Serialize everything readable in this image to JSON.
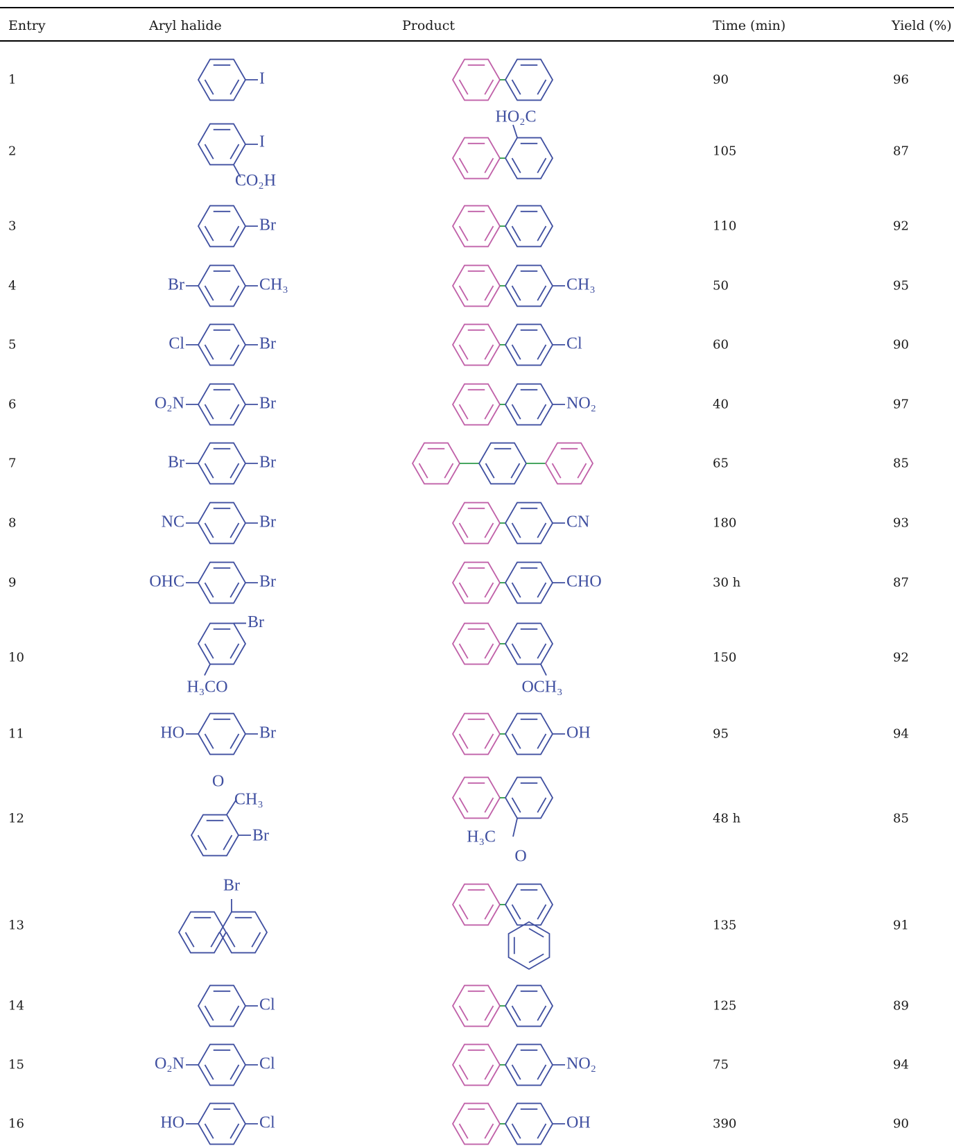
{
  "table": {
    "headers": {
      "entry": "Entry",
      "aryl_halide": "Aryl halide",
      "product": "Product",
      "time": "Time (min)",
      "yield": "Yield (%)"
    },
    "rows": [
      {
        "entry": "1",
        "time": "90",
        "yield": "96"
      },
      {
        "entry": "2",
        "time": "105",
        "yield": "87"
      },
      {
        "entry": "3",
        "time": "110",
        "yield": "92"
      },
      {
        "entry": "4",
        "time": "50",
        "yield": "95"
      },
      {
        "entry": "5",
        "time": "60",
        "yield": "90"
      },
      {
        "entry": "6",
        "time": "40",
        "yield": "97"
      },
      {
        "entry": "7",
        "time": "65",
        "yield": "85"
      },
      {
        "entry": "8",
        "time": "180",
        "yield": "93"
      },
      {
        "entry": "9",
        "time": "30 h",
        "yield": "87"
      },
      {
        "entry": "10",
        "time": "150",
        "yield": "92"
      },
      {
        "entry": "11",
        "time": "95",
        "yield": "94"
      },
      {
        "entry": "12",
        "time": "48 h",
        "yield": "85"
      },
      {
        "entry": "13",
        "time": "135",
        "yield": "91"
      },
      {
        "entry": "14",
        "time": "125",
        "yield": "89"
      },
      {
        "entry": "15",
        "time": "75",
        "yield": "94"
      },
      {
        "entry": "16",
        "time": "390",
        "yield": "90"
      }
    ]
  },
  "structures": [
    {
      "halide": [
        {
          "text": "I"
        }
      ],
      "product": [
        {
          "text": ""
        }
      ]
    },
    {
      "halide": [
        {
          "text": "I"
        },
        {
          "text": "CO₂H"
        }
      ],
      "product": [
        {
          "text": "HO₂C"
        }
      ]
    },
    {
      "halide": [
        {
          "text": "Br"
        }
      ],
      "product": [
        {
          "text": ""
        }
      ]
    },
    {
      "halide": [
        {
          "text": "Br"
        },
        {
          "text": "CH₃"
        }
      ],
      "product": [
        {
          "text": "CH₃"
        }
      ]
    },
    {
      "halide": [
        {
          "text": "Cl"
        },
        {
          "text": "Br"
        }
      ],
      "product": [
        {
          "text": "Cl"
        }
      ]
    },
    {
      "halide": [
        {
          "text": "O₂N"
        },
        {
          "text": "Br"
        }
      ],
      "product": [
        {
          "text": "NO₂"
        }
      ]
    },
    {
      "halide": [
        {
          "text": "Br"
        },
        {
          "text": "Br"
        }
      ],
      "product": [
        {
          "text": ""
        }
      ]
    },
    {
      "halide": [
        {
          "text": "NC"
        },
        {
          "text": "Br"
        }
      ],
      "product": [
        {
          "text": "CN"
        }
      ]
    },
    {
      "halide": [
        {
          "text": "OHC"
        },
        {
          "text": "Br"
        }
      ],
      "product": [
        {
          "text": "CHO"
        }
      ]
    },
    {
      "halide": [
        {
          "text": "Br"
        },
        {
          "text": "H₃CO"
        }
      ],
      "product": [
        {
          "text": "OCH₃"
        }
      ]
    },
    {
      "halide": [
        {
          "text": "HO"
        },
        {
          "text": "Br"
        }
      ],
      "product": [
        {
          "text": "OH"
        }
      ]
    },
    {
      "halide": [
        {
          "text": "O"
        },
        {
          "text": "CH₃"
        },
        {
          "text": "Br"
        }
      ],
      "product": [
        {
          "text": "H₃C"
        },
        {
          "text": "O"
        }
      ]
    },
    {
      "halide": [
        {
          "text": "Br"
        }
      ],
      "product": [
        {
          "text": ""
        }
      ]
    },
    {
      "halide": [
        {
          "text": "Cl"
        }
      ],
      "product": [
        {
          "text": ""
        }
      ]
    },
    {
      "halide": [
        {
          "text": "O₂N"
        },
        {
          "text": "Cl"
        }
      ],
      "product": [
        {
          "text": "NO₂"
        }
      ]
    },
    {
      "halide": [
        {
          "text": "HO"
        },
        {
          "text": "Cl"
        }
      ],
      "product": [
        {
          "text": "OH"
        }
      ]
    }
  ],
  "colors": {
    "reactant_ring": "#3f4fa0",
    "new_phenyl_ring": "#c060a8",
    "new_bond": "#2e9a4a",
    "rule": "#000000"
  }
}
